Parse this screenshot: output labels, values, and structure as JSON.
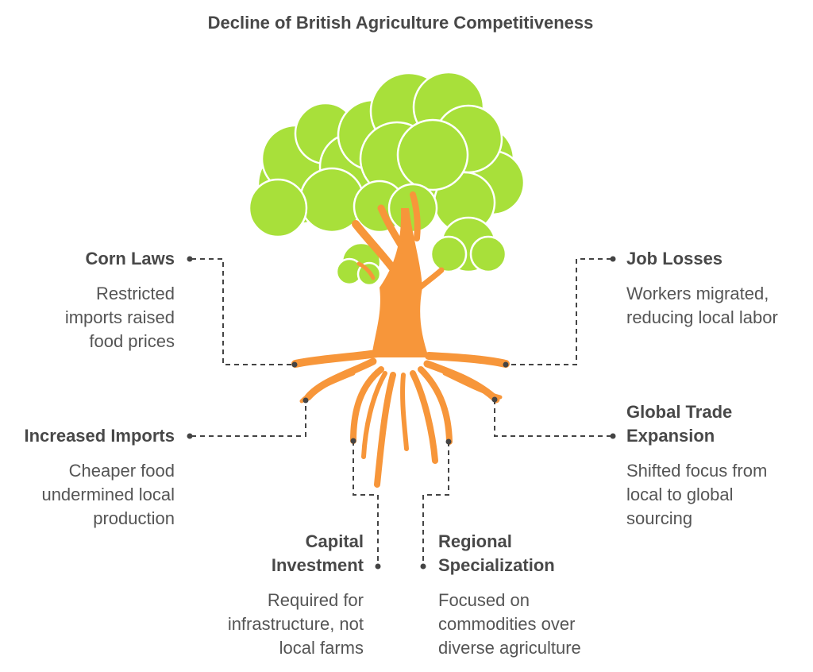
{
  "title": "Decline of British Agriculture Competitiveness",
  "colors": {
    "foliage": "#a8e03a",
    "trunk": "#f7963a",
    "connector": "#444444",
    "text": "#484848"
  },
  "factors": [
    {
      "id": "corn-laws",
      "title": "Corn Laws",
      "description": "Restricted imports raised food prices"
    },
    {
      "id": "increased-imports",
      "title": "Increased Imports",
      "description": "Cheaper food undermined local production"
    },
    {
      "id": "capital-investment",
      "title": "Capital Investment",
      "description": "Required for infrastructure, not local farms"
    },
    {
      "id": "regional-specialization",
      "title": "Regional Specialization",
      "description": "Focused on commodities over diverse agriculture"
    },
    {
      "id": "global-trade-expansion",
      "title": "Global Trade Expansion",
      "description": "Shifted focus from local to global sourcing"
    },
    {
      "id": "job-losses",
      "title": "Job Losses",
      "description": "Workers migrated, reducing local labor"
    }
  ]
}
